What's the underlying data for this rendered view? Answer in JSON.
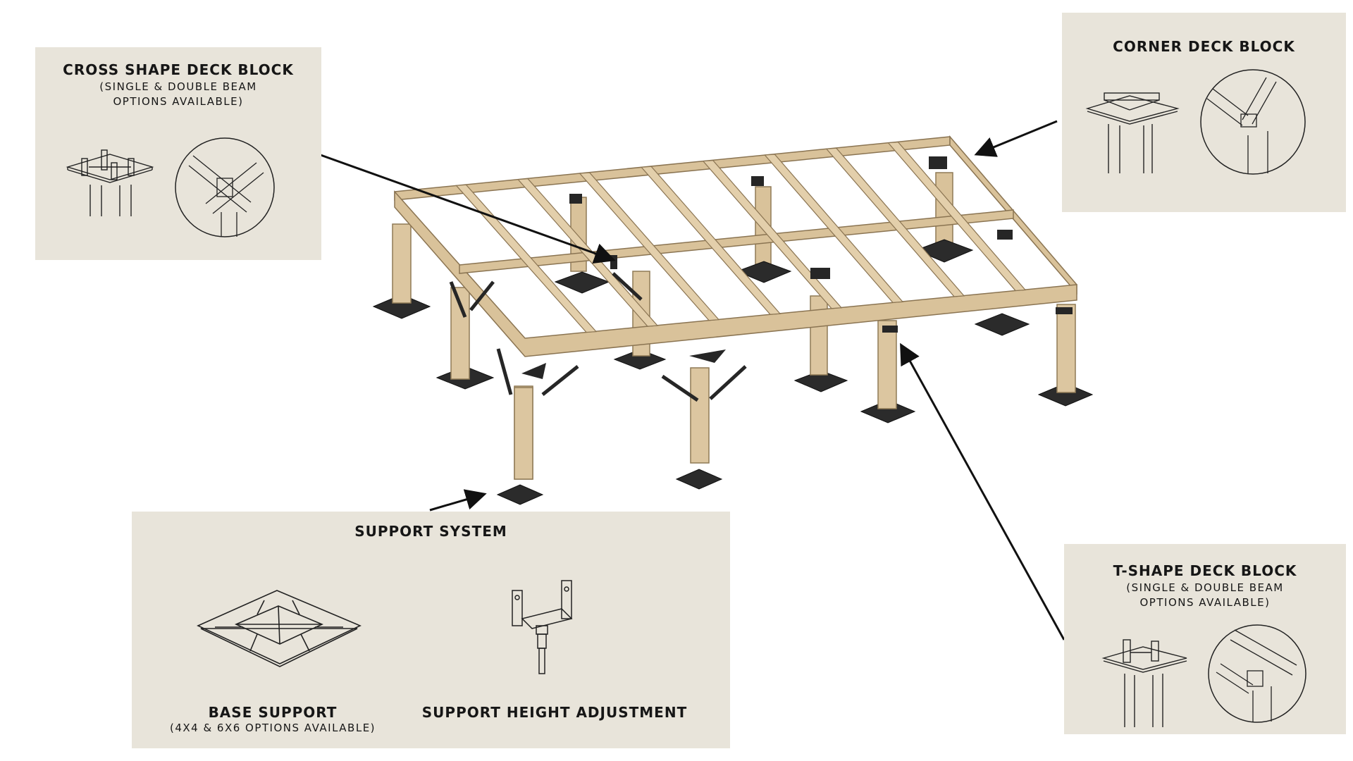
{
  "panels": {
    "cross": {
      "title": "CROSS SHAPE DECK BLOCK",
      "sub1": "(SINGLE & DOUBLE BEAM",
      "sub2": "OPTIONS AVAILABLE)"
    },
    "corner": {
      "title": "CORNER DECK BLOCK"
    },
    "tshape": {
      "title": "T-SHAPE DECK BLOCK",
      "sub1": "(SINGLE & DOUBLE BEAM",
      "sub2": "OPTIONS AVAILABLE)"
    },
    "support": {
      "title": "SUPPORT SYSTEM",
      "base_title": "BASE SUPPORT",
      "base_sub": "(4X4 & 6X6 OPTIONS AVAILABLE)",
      "height_title": "SUPPORT HEIGHT ADJUSTMENT"
    }
  },
  "colors": {
    "panel_bg": "#e8e4da",
    "wood": "#d9c29a",
    "wood_dark": "#b89c6e",
    "bracket": "#2a2a2a",
    "arrow": "#111111"
  },
  "icons": [
    "cross-block-icon",
    "corner-block-icon",
    "t-block-icon",
    "base-support-icon",
    "height-adjustment-icon"
  ]
}
